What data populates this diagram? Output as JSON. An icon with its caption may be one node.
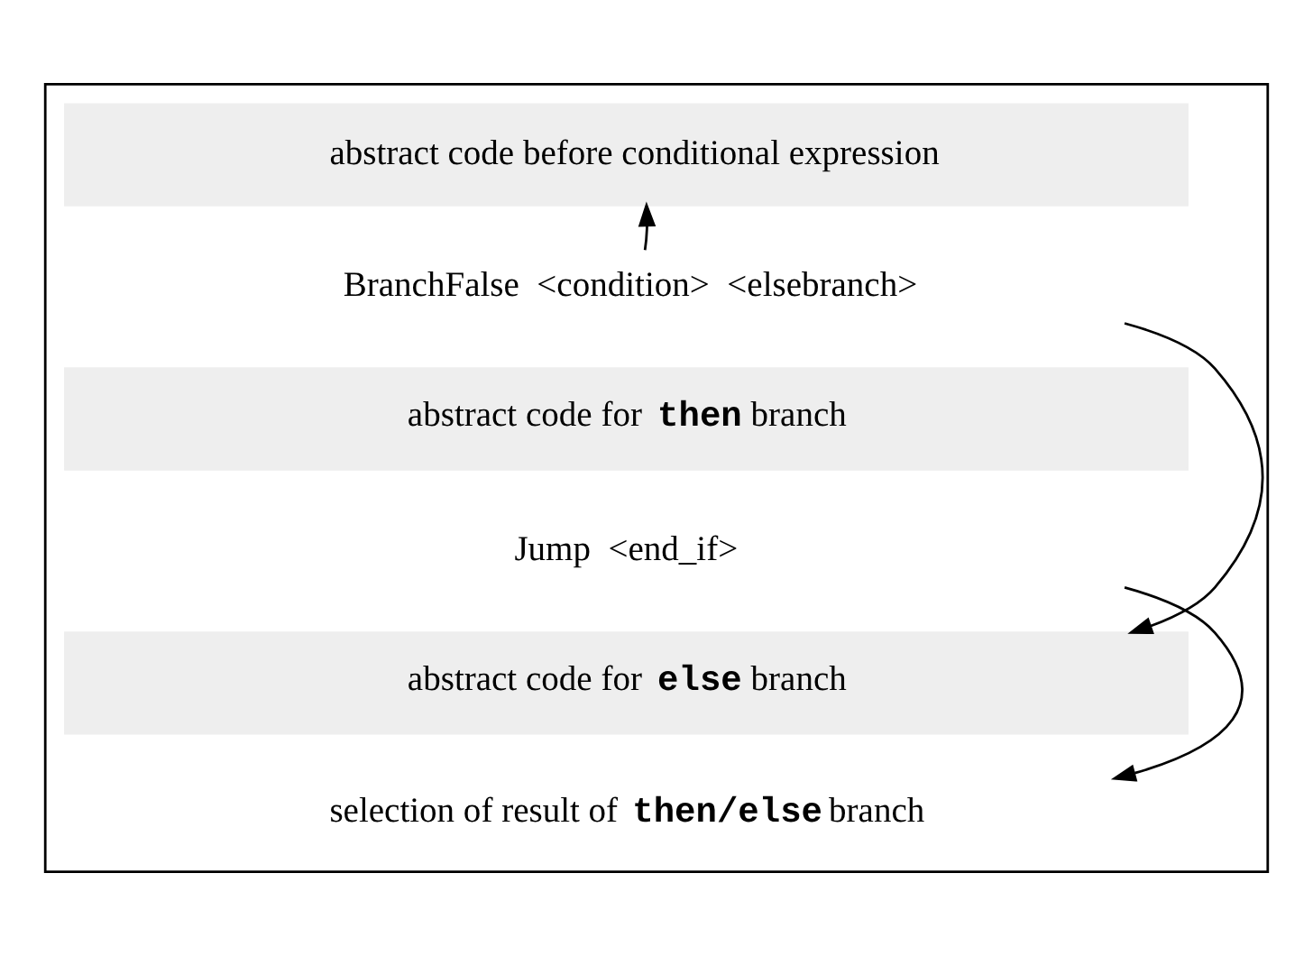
{
  "diagram": {
    "nodes": [
      {
        "text": [],
        "shape": "box"
      },
      {
        "text": [
          "abstract code before conditional expression"
        ],
        "in": 0
      },
      {
        "text": [
          "BranchFalse  <condition>  <elsebranch>"
        ],
        "in": 0
      },
      {
        "text": [
          "abstract code for **then** branch"
        ],
        "in": 0
      },
      {
        "text": [
          "Jump  <end_if>"
        ],
        "in": 0
      },
      {
        "text": [
          "abstract code for **else** branch"
        ],
        "in": 0
      },
      {
        "text": [
          "selection of result of **then/else** branch"
        ],
        "in": 0
      }
    ],
    "edges": [
      {
        "from": 2,
        "to": 1,
        "arrow": "to"
      },
      {
        "from": 2,
        "to": 5,
        "arrow": "to"
      },
      {
        "from": 4,
        "to": 6,
        "arrow": "to"
      }
    ]
  }
}
